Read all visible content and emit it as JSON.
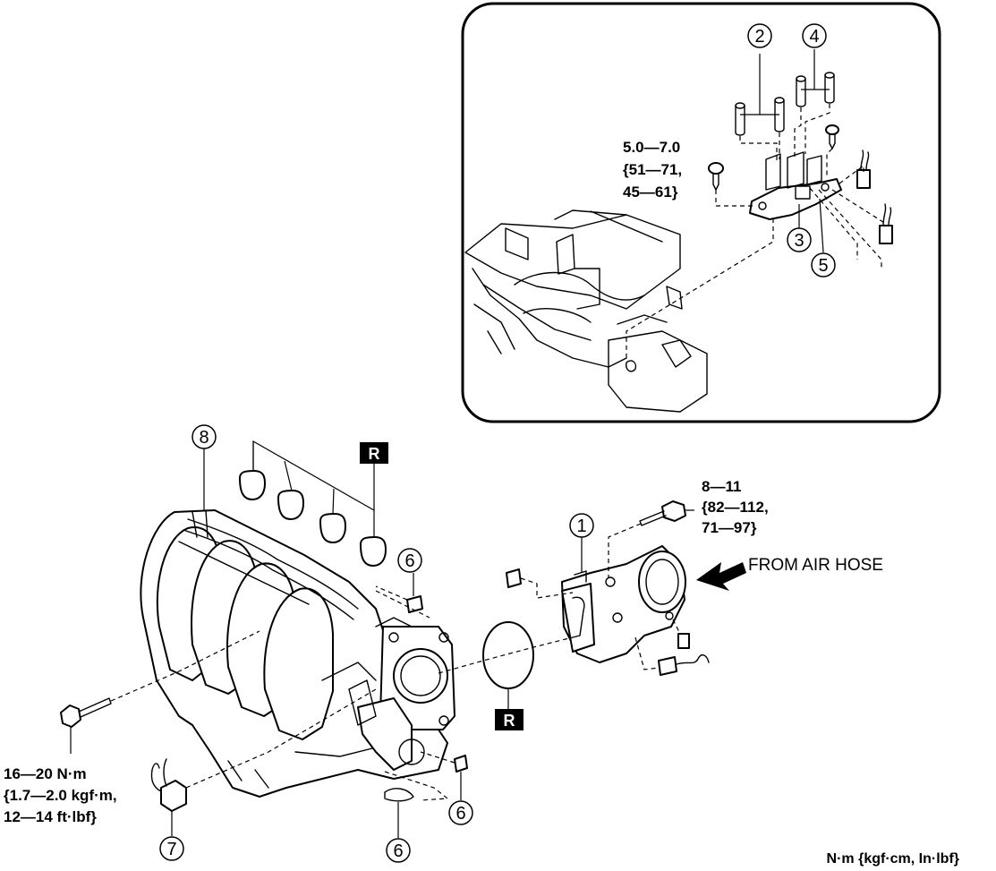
{
  "callouts": {
    "c1": "1",
    "c2": "2",
    "c3": "3",
    "c4": "4",
    "c5": "5",
    "c6a": "6",
    "c6b": "6",
    "c6c": "6",
    "c7": "7",
    "c8": "8"
  },
  "torque_specs": {
    "inset_bolt": [
      "5.0—7.0",
      "{51—71,",
      "45—61}"
    ],
    "throttle_bolt": [
      "8—11",
      "{82—112,",
      "71—97}"
    ],
    "manifold_bolt": [
      "16—20 N·m",
      "{1.7—2.0 kgf·m,",
      "12—14 ft·lbf}"
    ]
  },
  "labels": {
    "air_flow": "FROM AIR HOSE",
    "replace_badge_upper": "R",
    "replace_badge_lower": "R",
    "units_note": "N·m {kgf·cm, In·lbf}"
  },
  "icons": {
    "flow_arrow": "bold-arrow-left-icon",
    "replace_badge": "replace-part-badge-icon"
  }
}
